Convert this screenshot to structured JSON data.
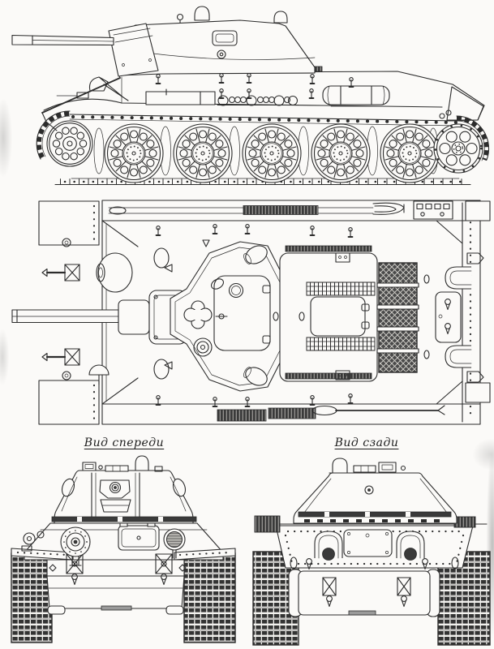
{
  "canvas": {
    "paper_width": 609,
    "paper_height": 800,
    "background": "#fbfaf8",
    "line_color": "#2c2c2c",
    "grille_mesh_color": "#4a4a4a",
    "track_block_color": "#333333"
  },
  "labels": {
    "front_view": "Вид спереди",
    "rear_view": "Вид сзади"
  }
}
